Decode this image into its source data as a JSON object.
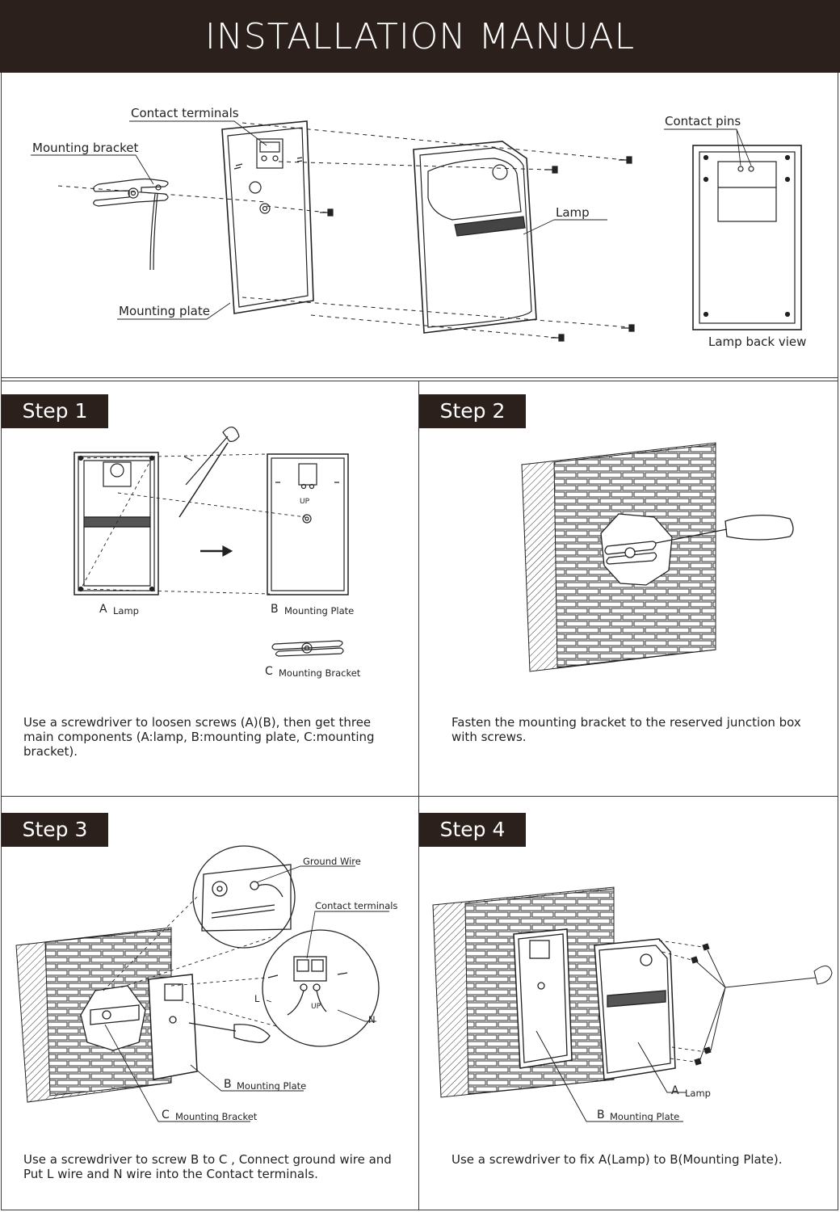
{
  "header": {
    "title": "INSTALLATION MANUAL"
  },
  "overview": {
    "labels": {
      "contact_terminals": "Contact terminals",
      "mounting_bracket": "Mounting bracket",
      "mounting_plate": "Mounting plate",
      "lamp": "Lamp",
      "contact_pins": "Contact pins",
      "lamp_back_view": "Lamp back view"
    }
  },
  "steps": [
    {
      "tab": "Step 1",
      "labels": {
        "a_letter": "A",
        "a_text": "Lamp",
        "b_letter": "B",
        "b_text": "Mounting Plate",
        "c_letter": "C",
        "c_text": "Mounting Bracket"
      },
      "description": "Use a screwdriver to loosen screws (A)(B), then get three main components (A:lamp, B:mounting plate, C:mounting bracket)."
    },
    {
      "tab": "Step 2",
      "labels": {},
      "description": "Fasten the mounting bracket to the reserved junction box with screws."
    },
    {
      "tab": "Step 3",
      "labels": {
        "ground_wire": "Ground Wire",
        "contact_terminals": "Contact terminals",
        "l": "L",
        "n": "N",
        "up": "UP",
        "b_letter": "B",
        "b_text": "Mounting Plate",
        "c_letter": "C",
        "c_text": "Mounting Bracket"
      },
      "description": "Use a screwdriver to screw B to C , Connect ground wire and Put L wire and N wire into the Contact terminals."
    },
    {
      "tab": "Step 4",
      "labels": {
        "a_letter": "A",
        "a_text": "Lamp",
        "b_letter": "B",
        "b_text": "Mounting Plate"
      },
      "description": "Use a screwdriver to fix A(Lamp) to B(Mounting Plate)."
    }
  ],
  "colors": {
    "header_bg": "#2b201c",
    "tab_bg": "#2b201c",
    "line": "#3a3a3a",
    "text": "#222222"
  }
}
